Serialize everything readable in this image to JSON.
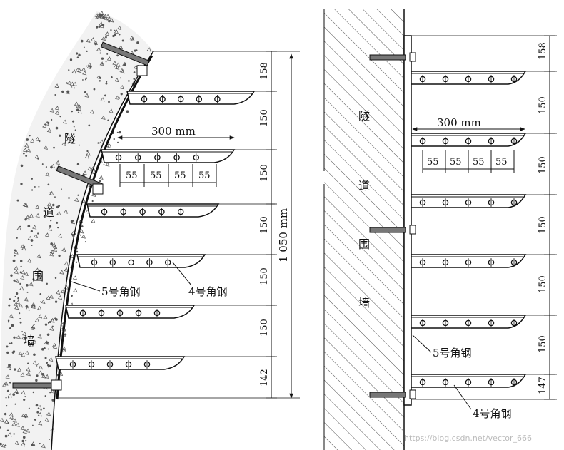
{
  "left_figure": {
    "wall_chars": [
      "隧",
      "道",
      "围",
      "墙"
    ],
    "width_label": "300 mm",
    "hole_spacing": [
      "55",
      "55",
      "55",
      "55"
    ],
    "vertical_dims": [
      "158",
      "150",
      "150",
      "150",
      "150",
      "150",
      "142"
    ],
    "total_label": "1 050 mm",
    "angle5_label": "5号角钢",
    "angle4_label": "4号角钢"
  },
  "right_figure": {
    "wall_chars": [
      "隧",
      "道",
      "围",
      "墙"
    ],
    "width_label": "300 mm",
    "hole_spacing": [
      "55",
      "55",
      "55",
      "55"
    ],
    "vertical_dims": [
      "158",
      "150",
      "150",
      "150",
      "150",
      "150",
      "147"
    ],
    "angle5_label": "5号角钢",
    "angle4_label": "4号角钢"
  },
  "watermark": "https://blog.csdn.net/vector_666"
}
